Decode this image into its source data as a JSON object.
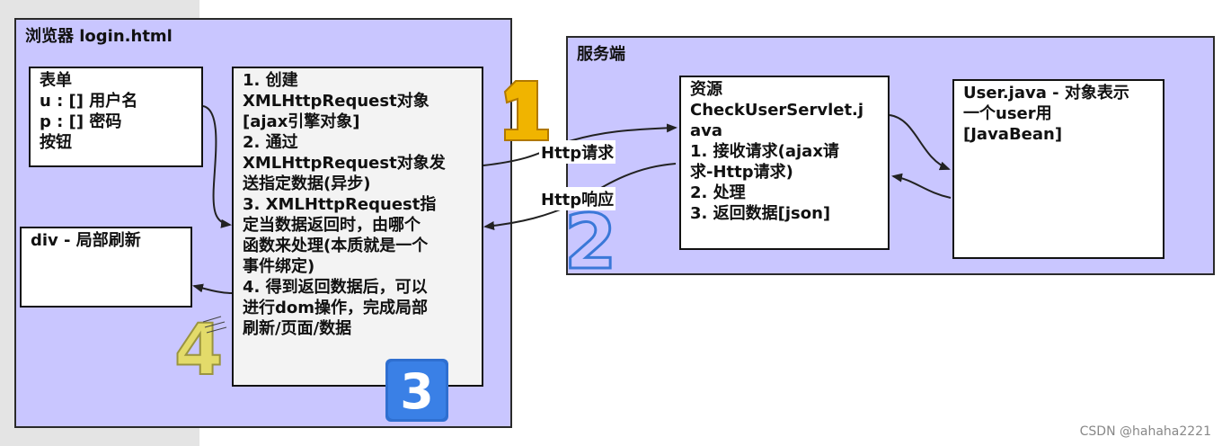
{
  "browser_panel": {
    "title": "浏览器 login.html",
    "form_box": [
      "表单",
      "u : [] 用户名",
      "p : [] 密码",
      "按钮"
    ],
    "div_box": "div - 局部刷新",
    "steps_box": [
      "1. 创建",
      "XMLHttpRequest对象",
      "[ajax引擎对象]",
      "2. 通过",
      "XMLHttpRequest对象发",
      "送指定数据(异步)",
      "3. XMLHttpRequest指",
      "定当数据返回时，由哪个",
      "函数来处理(本质就是一个",
      "事件绑定)",
      "4. 得到返回数据后，可以",
      "进行dom操作，完成局部",
      "刷新/页面/数据"
    ]
  },
  "server_panel": {
    "title": "服务端",
    "resource_box": [
      "资源",
      "CheckUserServlet.j",
      "ava",
      "1. 接收请求(ajax请",
      "求-Http请求)",
      "2. 处理",
      "3. 返回数据[json]"
    ],
    "user_box": [
      "User.java - 对象表示",
      "一个user用",
      "[JavaBean]"
    ]
  },
  "http_request_label": "Http请求",
  "http_response_label": "Http响应",
  "badges": [
    "1",
    "2",
    "3",
    "4"
  ],
  "footer": "CSDN @hahaha2221",
  "colors": {
    "panel_fill": "#c9c6ff",
    "badge1": "#f0b400",
    "badge2": "#3a78d8",
    "badge3": "#2f6fd0",
    "badge4": "#e3db6a"
  }
}
